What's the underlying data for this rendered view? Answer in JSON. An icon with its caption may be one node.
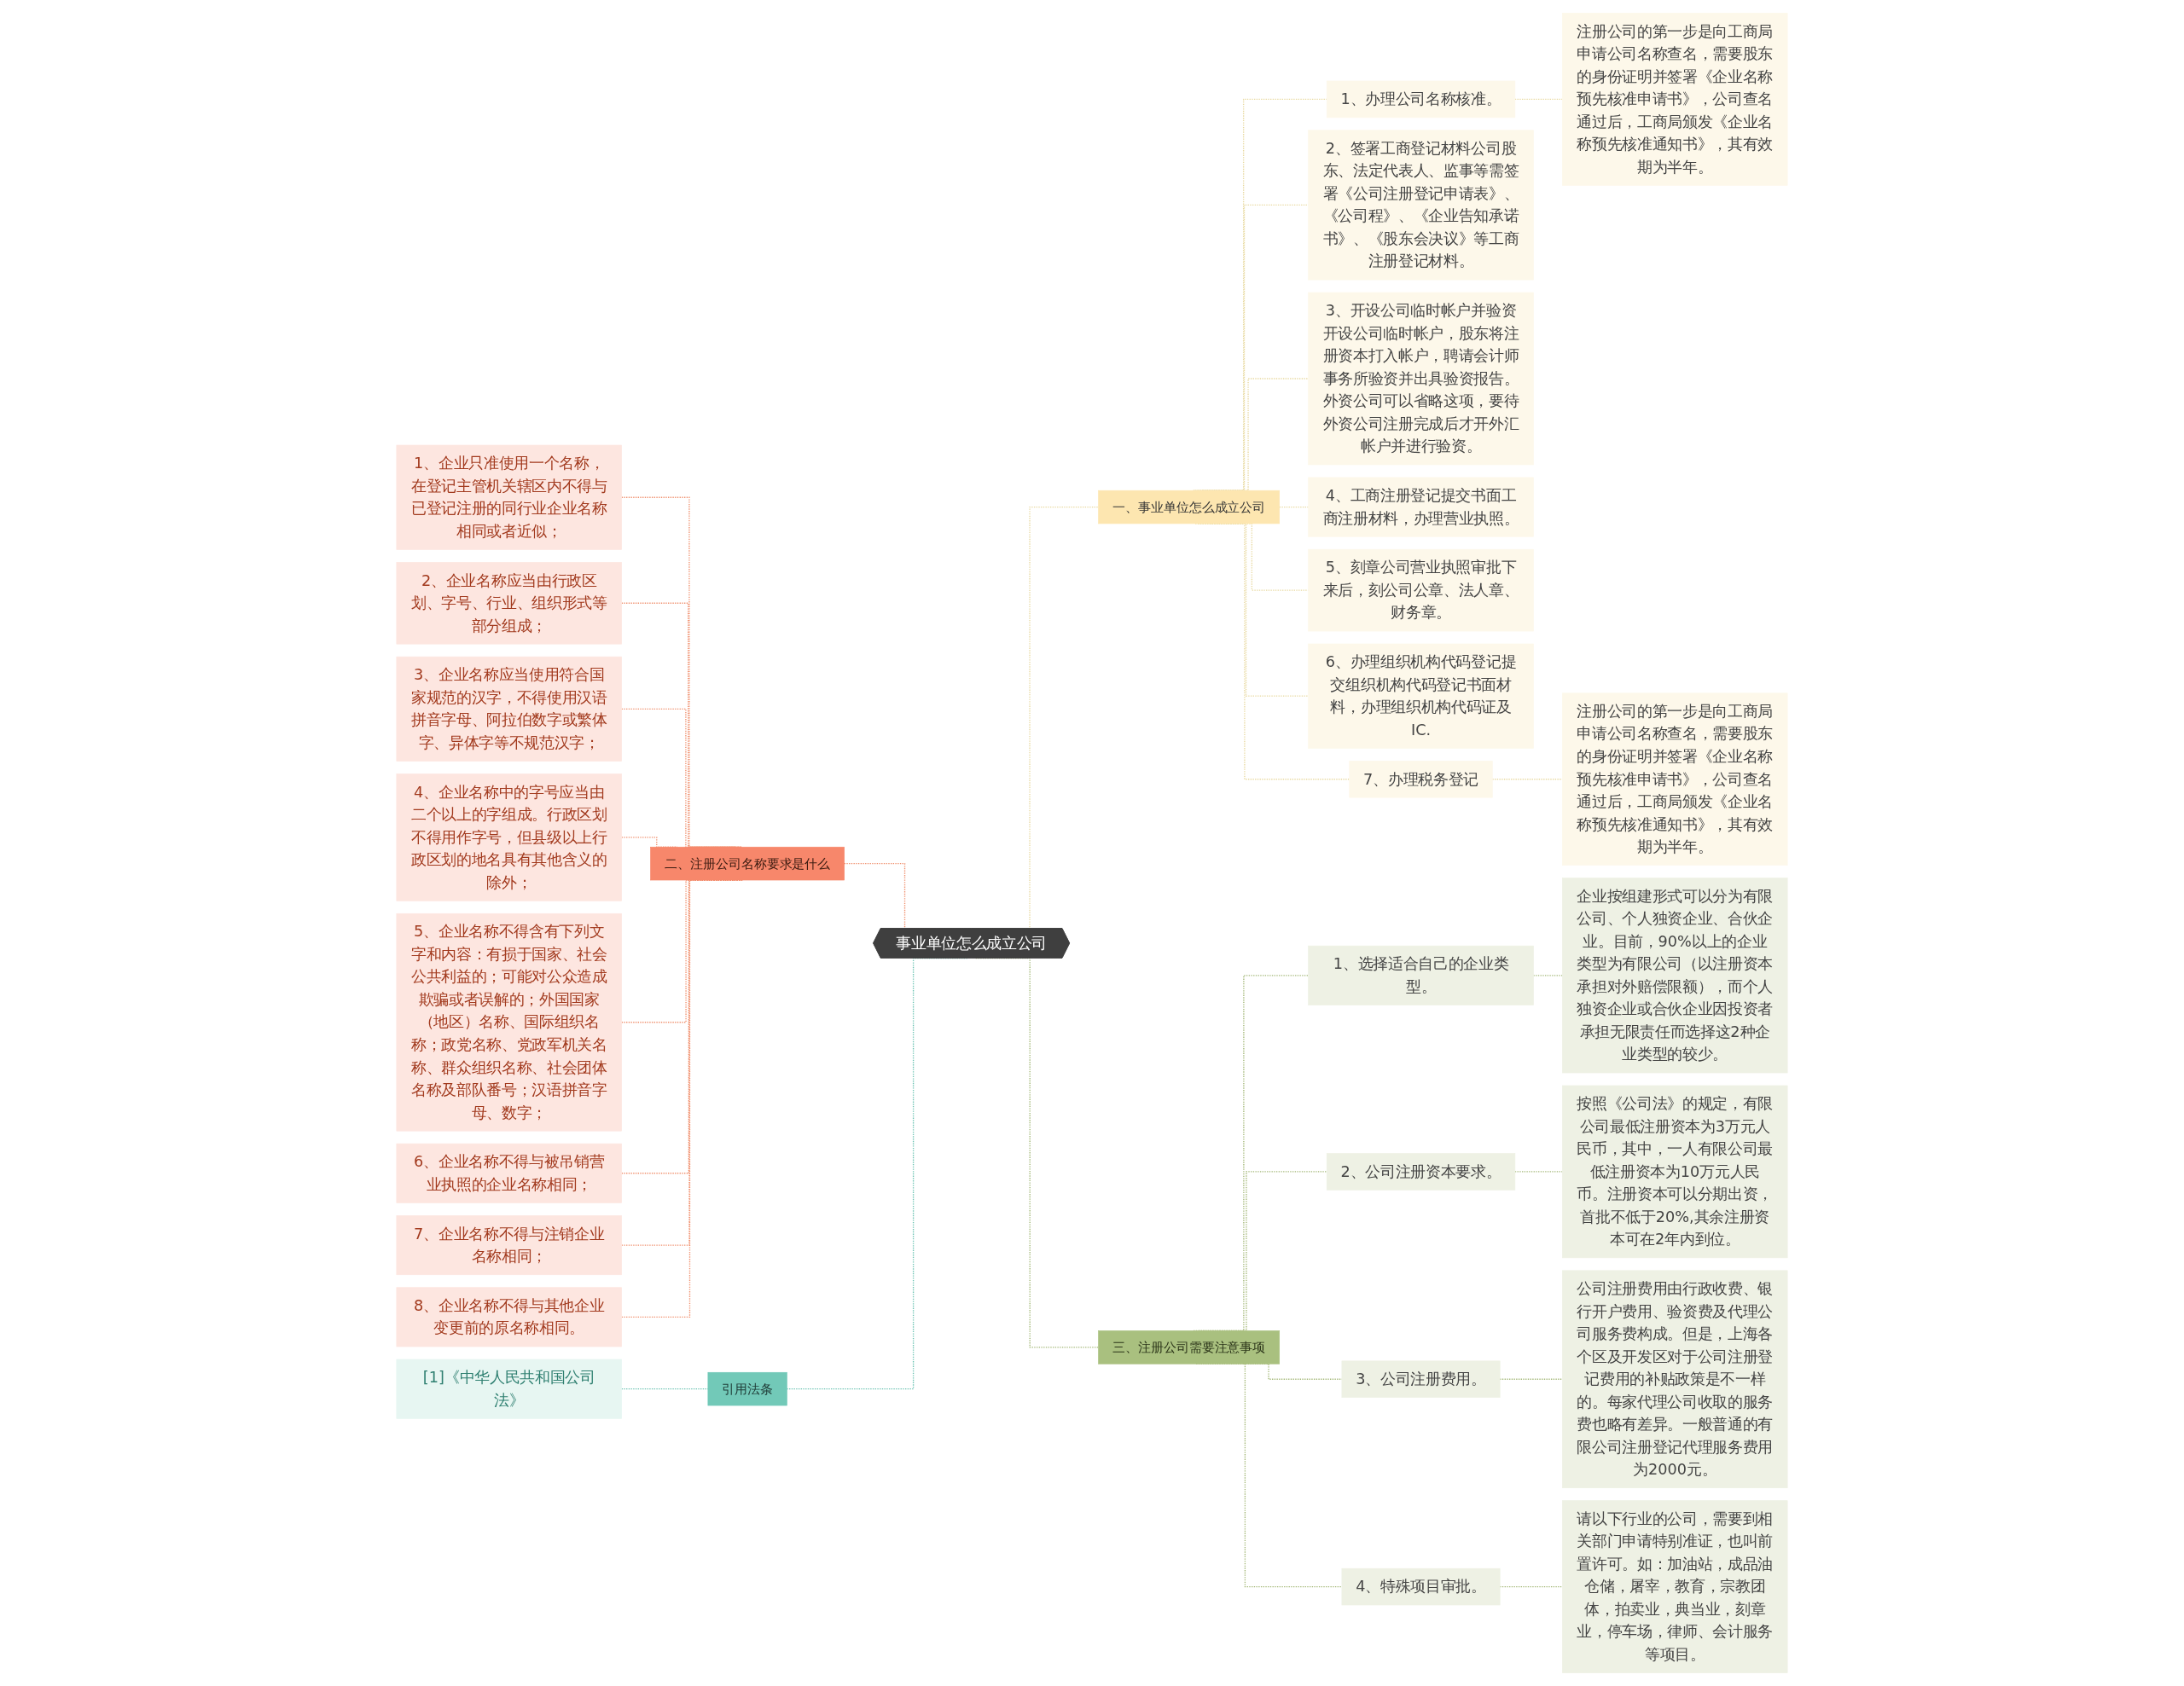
{
  "diagram": {
    "nodes": [
      {
        "text": [
          "事业单位怎么成立公司"
        ]
      },
      {
        "text": [
          "一、事业单位怎么成立公司"
        ]
      },
      {
        "text": [
          "1、办理公司名称核准。"
        ]
      },
      {
        "text": [
          "注册公司的第一步是向工商局申请公司名称查名，需要股东的身份证明并签署《企业名称预先核准申请书》，公司查名通过后，工商局颁发《企业名称预先核准通知书》，其有效期为半年。"
        ]
      },
      {
        "text": [
          "2、签署工商登记材料公司股东、法定代表人、监事等需签署《公司注册登记申请表》、《公司程》、《企业告知承诺书》、《股东会决议》等工商注册登记材料。"
        ]
      },
      {
        "text": [
          "3、开设公司临时帐户并验资开设公司临时帐户，股东将注册资本打入帐户，聘请会计师事务所验资并出具验资报告。外资公司可以省略这项，要待外资公司注册完成后才开外汇帐户并进行验资。"
        ]
      },
      {
        "text": [
          "4、工商注册登记提交书面工商注册材料，办理营业执照。"
        ]
      },
      {
        "text": [
          "5、刻章公司营业执照审批下来后，刻公司公章、法人章、财务章。"
        ]
      },
      {
        "text": [
          "6、办理组织机构代码登记提交组织机构代码登记书面材料，办理组织机构代码证及IC."
        ]
      },
      {
        "text": [
          "7、办理税务登记"
        ]
      },
      {
        "text": [
          "注册公司的第一步是向工商局申请公司名称查名，需要股东的身份证明并签署《企业名称预先核准申请书》，公司查名通过后，工商局颁发《企业名称预先核准通知书》，其有效期为半年。"
        ]
      },
      {
        "text": [
          "二、注册公司名称要求是什么"
        ]
      },
      {
        "text": [
          "1、企业只准使用一个名称，在登记主管机关辖区内不得与已登记注册的同行业企业名称相同或者近似；"
        ]
      },
      {
        "text": [
          "2、企业名称应当由行政区划、字号、行业、组织形式等部分组成；"
        ]
      },
      {
        "text": [
          "3、企业名称应当使用符合国家规范的汉字，不得使用汉语拼音字母、阿拉伯数字或繁体字、异体字等不规范汉字；"
        ]
      },
      {
        "text": [
          "4、企业名称中的字号应当由二个以上的字组成。行政区划不得用作字号，但县级以上行政区划的地名具有其他含义的除外；"
        ]
      },
      {
        "text": [
          "5、企业名称不得含有下列文字和内容：有损于国家、社会公共利益的；可能对公众造成欺骗或者误解的；外国国家（地区）名称、国际组织名称；政党名称、党政军机关名称、群众组织名称、社会团体名称及部队番号；汉语拼音字母、数字；"
        ]
      },
      {
        "text": [
          "6、企业名称不得与被吊销营业执照的企业名称相同；"
        ]
      },
      {
        "text": [
          "7、企业名称不得与注销企业名称相同；"
        ]
      },
      {
        "text": [
          "8、企业名称不得与其他企业变更前的原名称相同。"
        ]
      },
      {
        "text": [
          "三、注册公司需要注意事项"
        ]
      },
      {
        "text": [
          "1、选择适合自己的企业类型。"
        ]
      },
      {
        "text": [
          "企业按组建形式可以分为有限公司、个人独资企业、合伙企业。目前，90%以上的企业类型为有限公司（以注册资本承担对外赔偿限额），而个人独资企业或合伙企业因投资者承担无限责任而选择这2种企业类型的较少。"
        ]
      },
      {
        "text": [
          "2、公司注册资本要求。"
        ]
      },
      {
        "text": [
          "按照《公司法》的规定，有限公司最低注册资本为3万元人民币，其中，一人有限公司最低注册资本为10万元人民币。注册资本可以分期出资，首批不低于20%,其余注册资本可在2年内到位。"
        ]
      },
      {
        "text": [
          "3、公司注册费用。"
        ]
      },
      {
        "text": [
          "公司注册费用由行政收费、银行开户费用、验资费及代理公司服务费构成。但是，上海各个区及开发区对于公司注册登记费用的补贴政策是不一样的。每家代理公司收取的服务费也略有差异。一般普通的有限公司注册登记代理服务费用为2000元。"
        ]
      },
      {
        "text": [
          "4、特殊项目审批。"
        ]
      },
      {
        "text": [
          "请以下行业的公司，需要到相关部门申请特别准证，也叫前置许可。如：加油站，成品油仓储，屠宰，教育，宗教团体，拍卖业，典当业，刻章业，停车场，律师、会计服务等项目。"
        ]
      },
      {
        "text": [
          "引用法条"
        ]
      },
      {
        "text": [
          "[1]《中华人民共和国公司法》"
        ]
      }
    ],
    "edges": [
      {
        "from": 0,
        "to": 1,
        "arrow": "none",
        "style": "dashed",
        "color": "#e8d9a0"
      },
      {
        "from": 1,
        "to": 2,
        "arrow": "none",
        "style": "dashed",
        "color": "#e8d9a0"
      },
      {
        "from": 2,
        "to": 3,
        "arrow": "none",
        "style": "dashed",
        "color": "#e8d9a0"
      },
      {
        "from": 1,
        "to": 4,
        "arrow": "none",
        "style": "dashed",
        "color": "#e8d9a0"
      },
      {
        "from": 1,
        "to": 5,
        "arrow": "none",
        "style": "dashed",
        "color": "#e8d9a0"
      },
      {
        "from": 1,
        "to": 6,
        "arrow": "none",
        "style": "dashed",
        "color": "#e8d9a0"
      },
      {
        "from": 1,
        "to": 7,
        "arrow": "none",
        "style": "dashed",
        "color": "#e8d9a0"
      },
      {
        "from": 1,
        "to": 8,
        "arrow": "none",
        "style": "dashed",
        "color": "#e8d9a0"
      },
      {
        "from": 1,
        "to": 9,
        "arrow": "none",
        "style": "dashed",
        "color": "#e8d9a0"
      },
      {
        "from": 9,
        "to": 10,
        "arrow": "none",
        "style": "dashed",
        "color": "#e8d9a0"
      },
      {
        "from": 0,
        "to": 11,
        "arrow": "none",
        "style": "dashed",
        "color": "#f0906e"
      },
      {
        "from": 11,
        "to": 12,
        "arrow": "none",
        "style": "dashed",
        "color": "#f0906e"
      },
      {
        "from": 11,
        "to": 13,
        "arrow": "none",
        "style": "dashed",
        "color": "#f0906e"
      },
      {
        "from": 11,
        "to": 14,
        "arrow": "none",
        "style": "dashed",
        "color": "#f0906e"
      },
      {
        "from": 11,
        "to": 15,
        "arrow": "none",
        "style": "dashed",
        "color": "#f0906e"
      },
      {
        "from": 11,
        "to": 16,
        "arrow": "none",
        "style": "dashed",
        "color": "#f0906e"
      },
      {
        "from": 11,
        "to": 17,
        "arrow": "none",
        "style": "dashed",
        "color": "#f0906e"
      },
      {
        "from": 11,
        "to": 18,
        "arrow": "none",
        "style": "dashed",
        "color": "#f0906e"
      },
      {
        "from": 11,
        "to": 19,
        "arrow": "none",
        "style": "dashed",
        "color": "#f0906e"
      },
      {
        "from": 0,
        "to": 20,
        "arrow": "none",
        "style": "dashed",
        "color": "#a4b878"
      },
      {
        "from": 20,
        "to": 21,
        "arrow": "none",
        "style": "dashed",
        "color": "#a4b878"
      },
      {
        "from": 21,
        "to": 22,
        "arrow": "none",
        "style": "dashed",
        "color": "#a4b878"
      },
      {
        "from": 20,
        "to": 23,
        "arrow": "none",
        "style": "dashed",
        "color": "#a4b878"
      },
      {
        "from": 23,
        "to": 24,
        "arrow": "none",
        "style": "dashed",
        "color": "#a4b878"
      },
      {
        "from": 20,
        "to": 25,
        "arrow": "none",
        "style": "dashed",
        "color": "#a4b878"
      },
      {
        "from": 25,
        "to": 26,
        "arrow": "none",
        "style": "dashed",
        "color": "#a4b878"
      },
      {
        "from": 20,
        "to": 27,
        "arrow": "none",
        "style": "dashed",
        "color": "#a4b878"
      },
      {
        "from": 27,
        "to": 28,
        "arrow": "none",
        "style": "dashed",
        "color": "#a4b878"
      },
      {
        "from": 0,
        "to": 29,
        "arrow": "none",
        "style": "dashed",
        "color": "#6cc3b2"
      },
      {
        "from": 29,
        "to": 30,
        "arrow": "none",
        "style": "dashed",
        "color": "#6cc3b2"
      }
    ]
  }
}
